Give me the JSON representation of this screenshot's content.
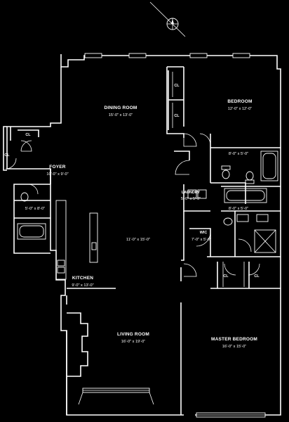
{
  "rooms": {
    "dining_room": {
      "name": "DINING ROOM",
      "dim": "15'-0\" x 13'-0\""
    },
    "bedroom": {
      "name": "BEDROOM",
      "dim": "12'-0\" x 12'-0\""
    },
    "foyer": {
      "name": "FOYER",
      "dim": "10'-0\" x 9'-0\""
    },
    "great_room": {
      "dim": "11'-0\" x 15'-0\""
    },
    "kitchen": {
      "name": "KITCHEN",
      "dim": "9'-0\" x 13'-0\""
    },
    "living_room": {
      "name": "LIVING ROOM",
      "dim": "16'-0\" x 19'-0\""
    },
    "master_bedroom": {
      "name": "MASTER BEDROOM",
      "dim": "16'-0\" x 15'-0\""
    },
    "laundry": {
      "name": "LAUNDRY",
      "dim": "5'-0\" x 5'-0\""
    },
    "bath_right": {
      "dim": "8'-0\" x 5'-0\""
    },
    "bath_mid": {
      "dim": "8'-0\" x 5'-0\""
    },
    "bath_left": {
      "dim": "5'-0\" x 8'-0\""
    },
    "wic": {
      "name": "WIC",
      "dim": "7'-0\" x 5'-0\""
    }
  },
  "closets": {
    "cl_top": "CL",
    "cl_mid": "CL",
    "cl_foyer": "CL",
    "cl_left": "CL",
    "cl_master_1": "CL",
    "cl_master_2": "CL"
  },
  "compass": {
    "icon": "compass-icon"
  }
}
